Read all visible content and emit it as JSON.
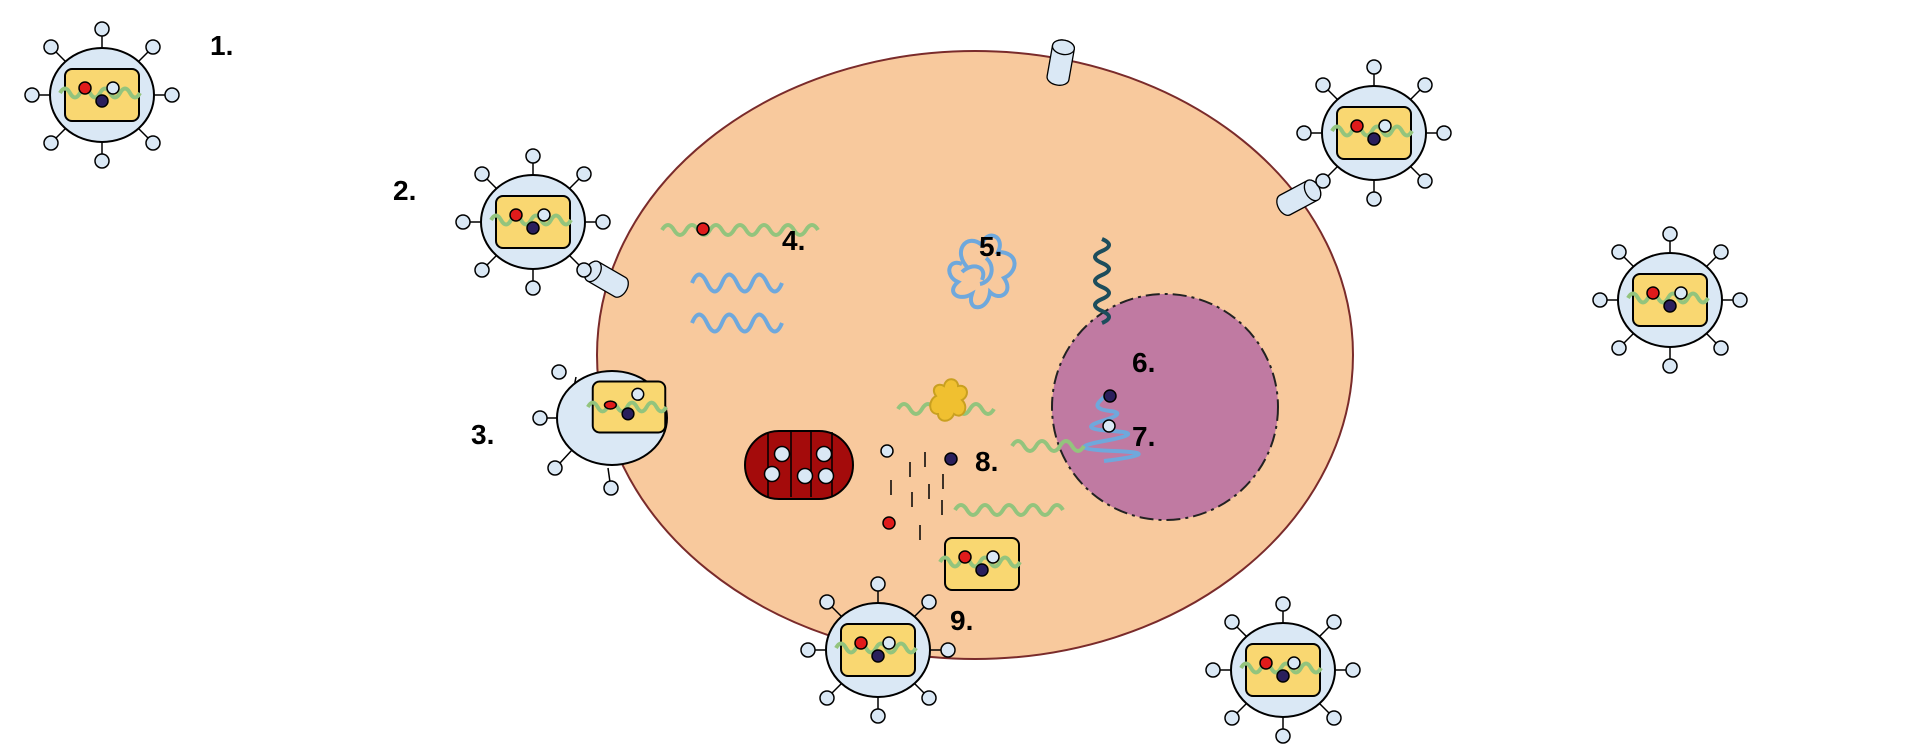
{
  "colors": {
    "background": "#ffffff",
    "cell_fill": "#f8c99d",
    "cell_outline": "#7a2b2b",
    "nucleus_fill": "#c07aa2",
    "virus_envelope": "#dae8f5",
    "virus_capsid": "#f9d771",
    "viral_rna": "#93c47d",
    "host_rna": "#6fa8dc",
    "dark_strand": "#1d4d5c",
    "red_marker": "#e01b1b",
    "navy_marker": "#2a1f5c",
    "white_marker": "#dae8f5",
    "mitochondrion": "#a40b0b",
    "degraded_protein": "#f0c030"
  },
  "step_labels": {
    "s1": "1.",
    "s2": "2.",
    "s3": "3.",
    "s4": "4.",
    "s5": "5.",
    "s6": "6.",
    "s7": "7.",
    "s8": "8.",
    "s9": "9."
  },
  "icons": {
    "virion": "virus-particle-icon",
    "receptor": "receptor-icon",
    "mitochondrion": "mitochondrion-icon",
    "nucleus": "nucleus-icon"
  }
}
